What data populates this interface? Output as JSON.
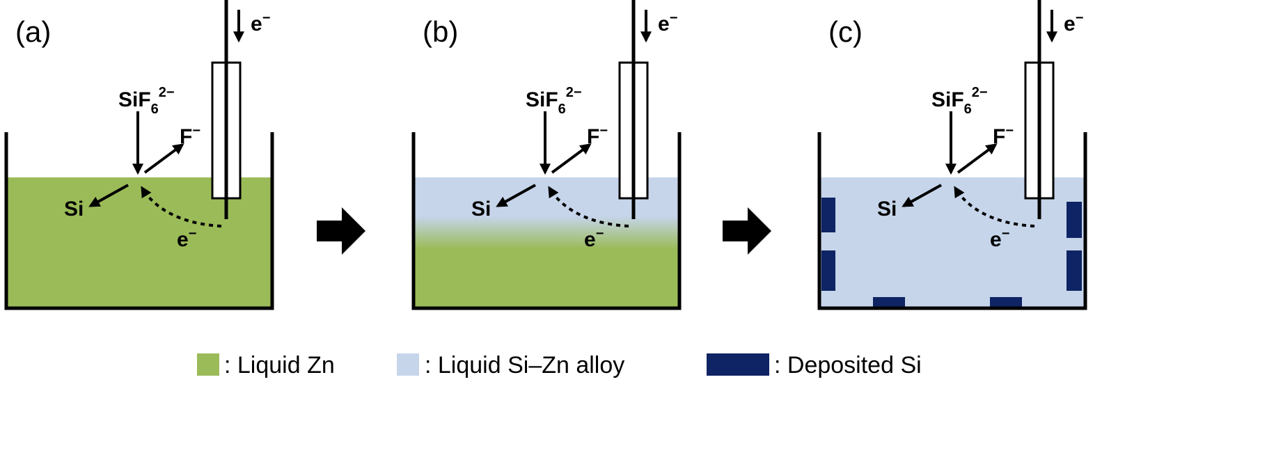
{
  "colors": {
    "liquid_zn": "#9bbb59",
    "liquid_alloy": "#c6d5ea",
    "deposited_si": "#0f2464",
    "ink": "#000000"
  },
  "panels": [
    {
      "label": "(a)",
      "content": "zn",
      "species": {
        "electron_in": "e",
        "electron_sup": "−",
        "ion_main": "SiF",
        "ion_sub": "6",
        "ion_sup": "2−",
        "fluoride": "F",
        "fluoride_sup": "−",
        "silicon": "Si",
        "electron_path": "e",
        "electron_path_sup": "−"
      }
    },
    {
      "label": "(b)",
      "content": "gradient",
      "species": {
        "electron_in": "e",
        "electron_sup": "−",
        "ion_main": "SiF",
        "ion_sub": "6",
        "ion_sup": "2−",
        "fluoride": "F",
        "fluoride_sup": "−",
        "silicon": "Si",
        "electron_path": "e",
        "electron_path_sup": "−"
      }
    },
    {
      "label": "(c)",
      "content": "alloy-deposit",
      "species": {
        "electron_in": "e",
        "electron_sup": "−",
        "ion_main": "SiF",
        "ion_sub": "6",
        "ion_sup": "2−",
        "fluoride": "F",
        "fluoride_sup": "−",
        "silicon": "Si",
        "electron_path": "e",
        "electron_path_sup": "−"
      }
    }
  ],
  "legend": {
    "liquid_zn": ": Liquid Zn",
    "liquid_alloy": ": Liquid Si–Zn alloy",
    "deposited_si": ": Deposited Si"
  }
}
